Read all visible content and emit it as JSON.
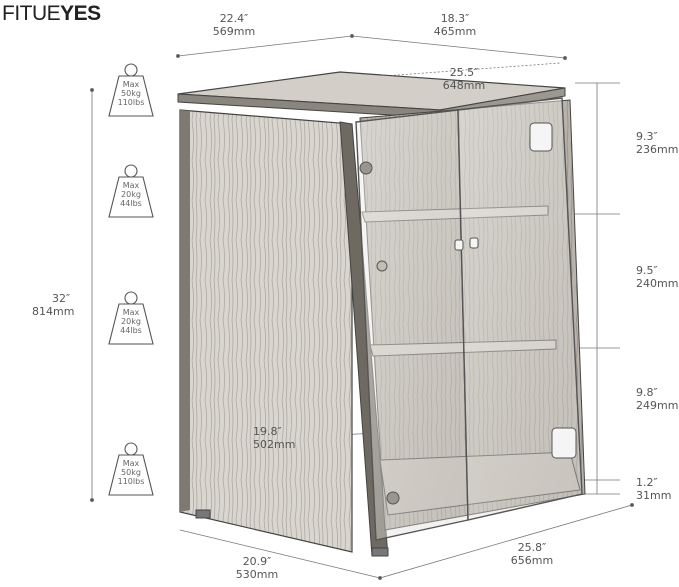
{
  "brand": {
    "name_thin": "FITUE",
    "name_bold": "YES"
  },
  "dimensions": {
    "depth_top": {
      "in": "22.4″",
      "mm": "569mm"
    },
    "width_top": {
      "in": "18.3″",
      "mm": "465mm"
    },
    "diagonal_top": {
      "in": "25.5″",
      "mm": "648mm"
    },
    "height_total": {
      "in": "32″",
      "mm": "814mm"
    },
    "shelf_1": {
      "in": "9.3″",
      "mm": "236mm"
    },
    "shelf_2": {
      "in": "9.5″",
      "mm": "240mm"
    },
    "shelf_3": {
      "in": "9.8″",
      "mm": "249mm"
    },
    "base_gap": {
      "in": "1.2″",
      "mm": "31mm"
    },
    "inner_depth": {
      "in": "19.8″",
      "mm": "502mm"
    },
    "depth_bottom": {
      "in": "20.9″",
      "mm": "530mm"
    },
    "width_bottom": {
      "in": "25.8″",
      "mm": "656mm"
    }
  },
  "weight_limits": [
    {
      "max": "Max",
      "kg": "50kg",
      "lbs": "110lbs"
    },
    {
      "max": "Max",
      "kg": "20kg",
      "lbs": "44lbs"
    },
    {
      "max": "Max",
      "kg": "20kg",
      "lbs": "44lbs"
    },
    {
      "max": "Max",
      "kg": "50kg",
      "lbs": "110lbs"
    }
  ],
  "icons": {
    "weight": "weight-icon"
  },
  "colors": {
    "line": "#555555",
    "wood": "#c9c4bc",
    "glass": "#e9e7e4"
  }
}
